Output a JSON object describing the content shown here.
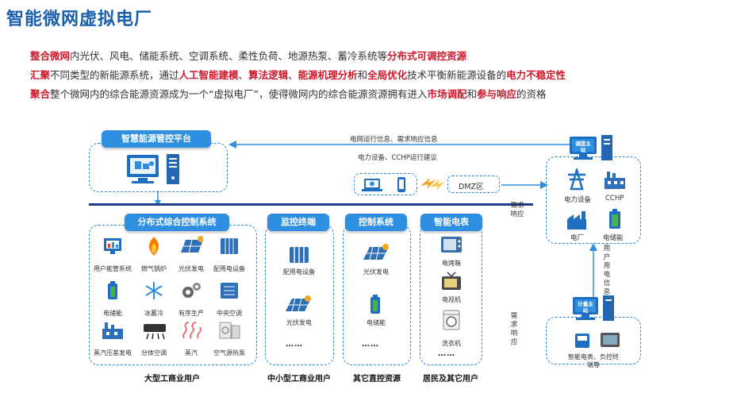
{
  "title": "智能微网虚拟电厂",
  "intro": {
    "line1": [
      {
        "t": "整合微网",
        "hl": true
      },
      {
        "t": "内光伏、风电、储能系统、空调系统、柔性负荷、地源热泵、蓄冷系统等",
        "hl": false
      },
      {
        "t": "分布式可调控资源",
        "hl": true
      }
    ],
    "line2": [
      {
        "t": "汇聚",
        "hl": true
      },
      {
        "t": "不同类型的新能源系统，通过",
        "hl": false
      },
      {
        "t": "人工智能建模",
        "hl": true
      },
      {
        "t": "、",
        "hl": false
      },
      {
        "t": "算法逻辑",
        "hl": true
      },
      {
        "t": "、",
        "hl": false
      },
      {
        "t": "能源机理分析",
        "hl": true
      },
      {
        "t": "和",
        "hl": false
      },
      {
        "t": "全局优化",
        "hl": true
      },
      {
        "t": "技术平衡新能源设备的",
        "hl": false
      },
      {
        "t": "电力不稳定性",
        "hl": true
      }
    ],
    "line3": [
      {
        "t": "聚合",
        "hl": true
      },
      {
        "t": "整个微网内的综合能源资源成为一个“虚拟电厂”，使得微网内的综合能源资源拥有进入",
        "hl": false
      },
      {
        "t": "市场调配",
        "hl": true
      },
      {
        "t": "和",
        "hl": false
      },
      {
        "t": "参与响应",
        "hl": true
      },
      {
        "t": "的资格",
        "hl": false
      }
    ]
  },
  "platform": {
    "label": "智慧能源管控平台"
  },
  "arrows": {
    "grid_info": "电网运行信息、需求响应信息",
    "power_equipment": "电力设备、CCHP运行建议",
    "dmz": "DMZ区",
    "demand_response_top": "需求响应",
    "demand_response_bottom": "需求响应",
    "user_power_info": "用户用电信息"
  },
  "dispatch": {
    "station": "调度主站",
    "items": [
      "电力设备",
      "CCHP",
      "电厂",
      "电储能"
    ]
  },
  "metering": {
    "station": "计量主站",
    "caption": "智能电表、负控终端等"
  },
  "groups": {
    "distributed": {
      "header": "分布式综合控制系统",
      "items": [
        "用户能管系统",
        "燃气锅炉",
        "光伏发电",
        "配用电设备",
        "电储能",
        "冰蓄冷",
        "有序生产",
        "中央空调",
        "蒸汽压差发电",
        "分体空调",
        "蒸汽",
        "空气源热泵"
      ],
      "footer": "大型工商业用户"
    },
    "monitor": {
      "header": "监控终端",
      "items": [
        "配用电设备",
        "光伏发电"
      ],
      "dots": "……",
      "footer": "中小型工商业用户"
    },
    "control": {
      "header": "控制系统",
      "items": [
        "光伏发电",
        "电储能"
      ],
      "dots": "……",
      "footer": "其它直控资源"
    },
    "meter": {
      "header": "智能电表",
      "items": [
        "电烤箱",
        "电视机",
        "洗衣机"
      ],
      "dots": "……",
      "footer": "居民及其它用户"
    }
  },
  "colors": {
    "accent": "#2e8ee0",
    "title": "#1a5fae",
    "highlight": "#d0182a",
    "bus": "#1b3c8c"
  }
}
